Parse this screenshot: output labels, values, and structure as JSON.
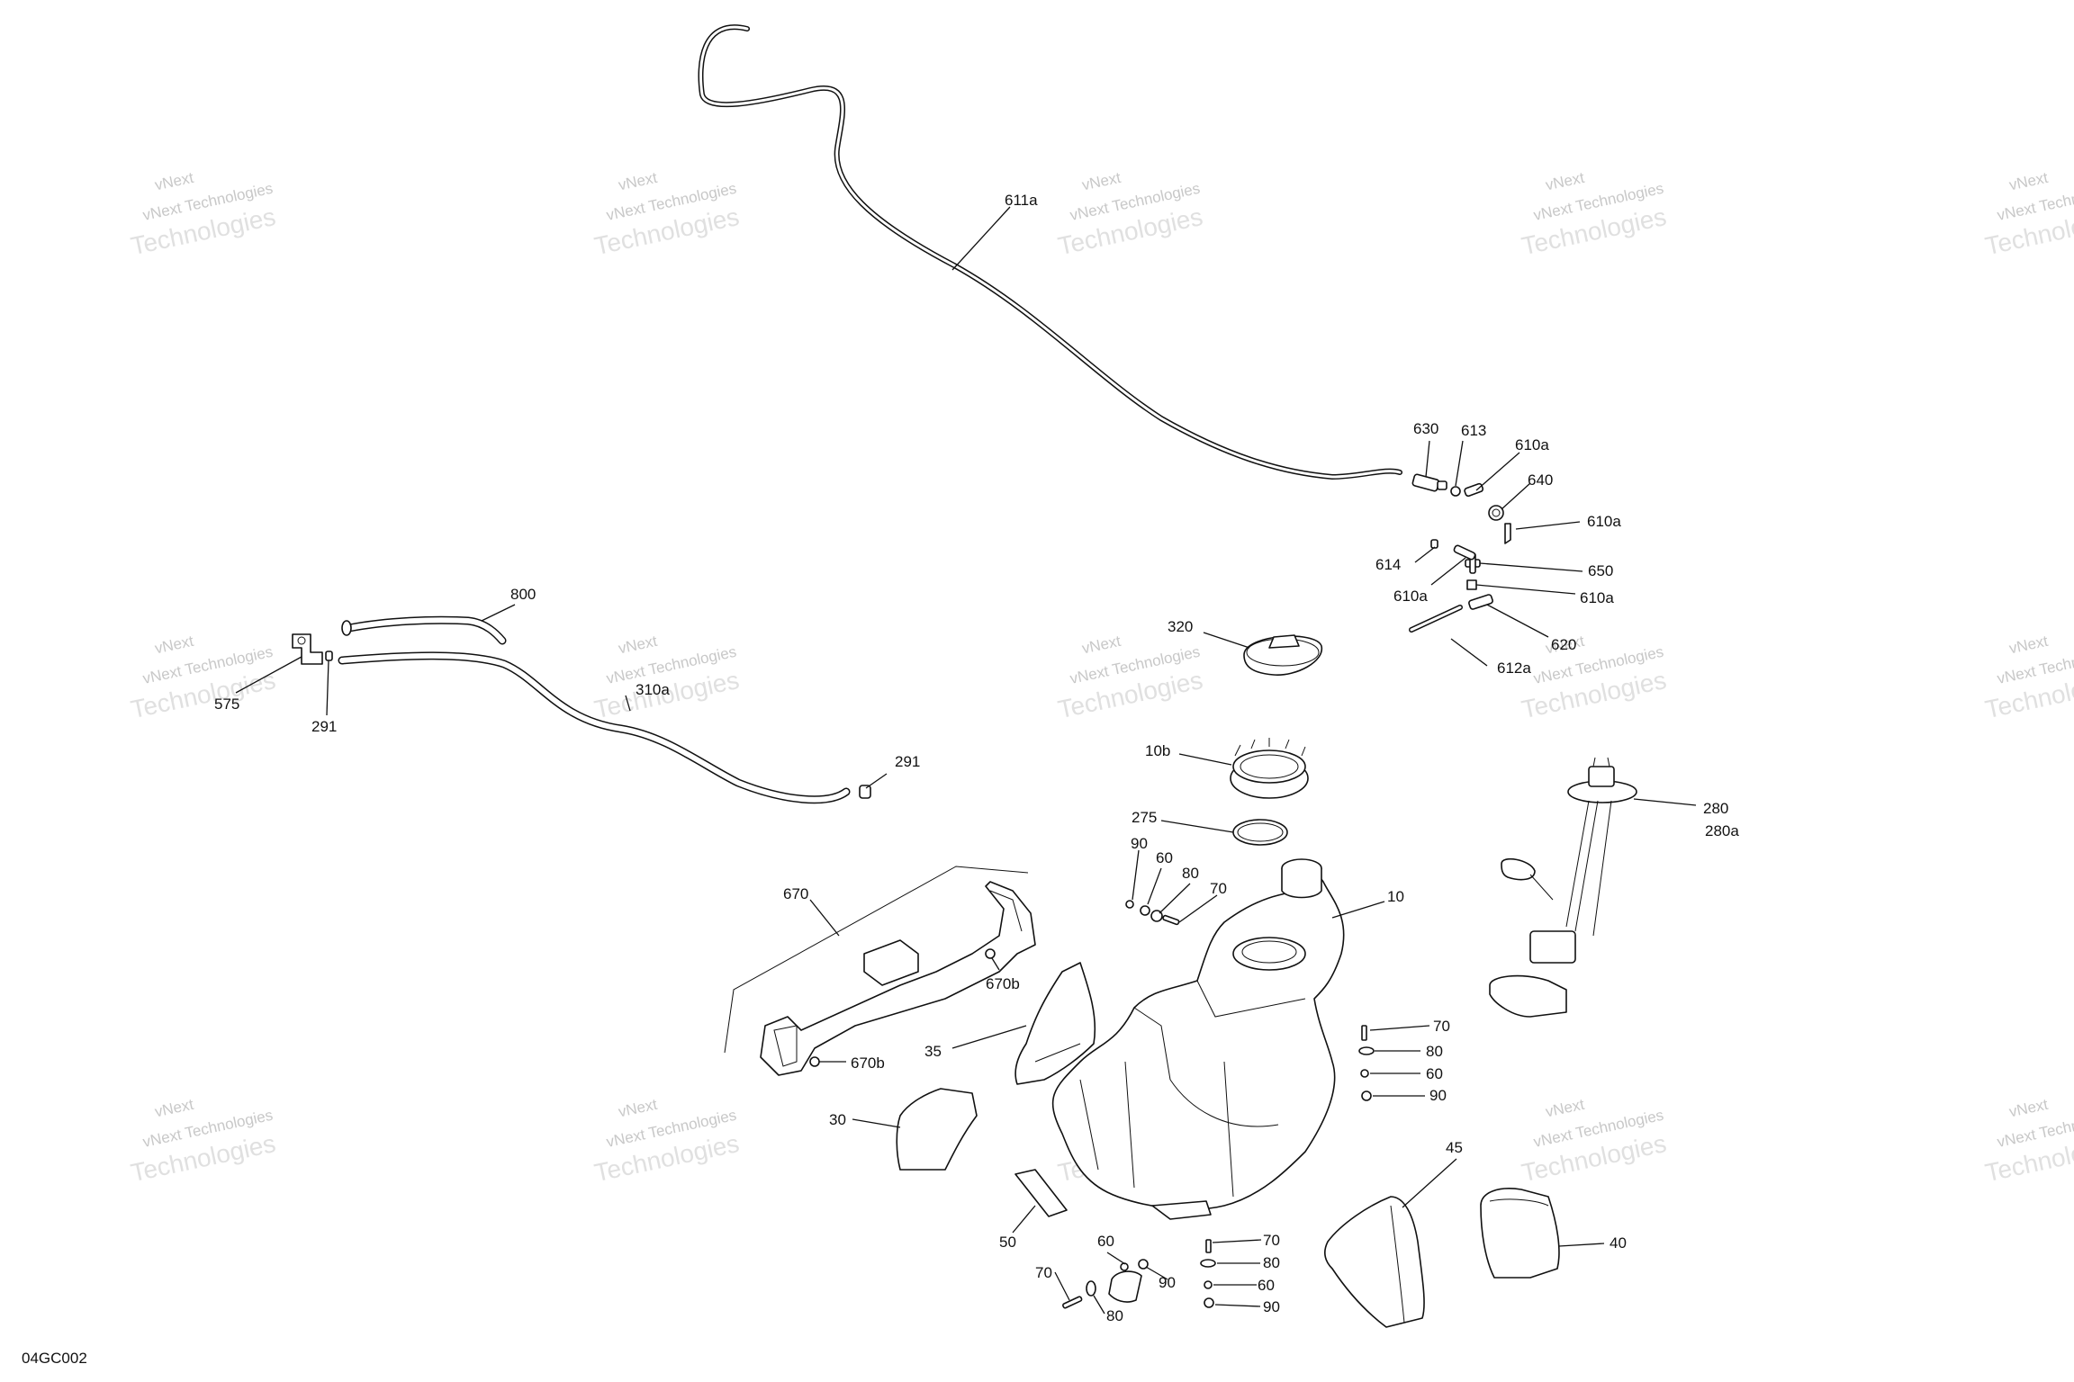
{
  "diagram_code": "04GC002",
  "watermark": {
    "line1": "vNext Technologies",
    "line2": "Technologies",
    "fragment": "vNext"
  },
  "labels": {
    "p611a": "611a",
    "p630": "630",
    "p613": "613",
    "p610a_1": "610a",
    "p640": "640",
    "p610a_2": "610a",
    "p614": "614",
    "p650": "650",
    "p610a_3": "610a",
    "p610a_4": "610a",
    "p620": "620",
    "p612a": "612a",
    "p320": "320",
    "p800": "800",
    "p575": "575",
    "p291_1": "291",
    "p310a": "310a",
    "p291_2": "291",
    "p10b": "10b",
    "p275": "275",
    "p280": "280",
    "p280a": "280a",
    "p90_1": "90",
    "p60_1": "60",
    "p80_1": "80",
    "p70_1": "70",
    "p10": "10",
    "p670": "670",
    "p670b_1": "670b",
    "p670b_2": "670b",
    "p35": "35",
    "p70_2": "70",
    "p80_2": "80",
    "p60_2": "60",
    "p90_2": "90",
    "p30": "30",
    "p45": "45",
    "p50": "50",
    "p40": "40",
    "p60_3": "60",
    "p70_3": "70",
    "p80_3": "80",
    "p90_3": "90",
    "p70_4": "70",
    "p80_4": "80",
    "p60_4": "60",
    "p90_4": "90"
  }
}
